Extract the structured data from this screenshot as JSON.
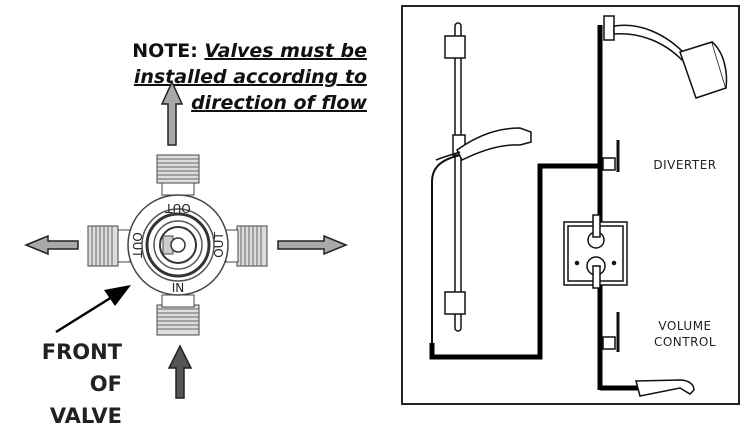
{
  "note": {
    "prefix": "NOTE:",
    "line1": "Valves must be",
    "line2": "installed according to",
    "line3": "direction of flow"
  },
  "valve": {
    "front_label_line1": "FRONT OF",
    "front_label_line2": "VALVE",
    "port_top": "OUT",
    "port_left": "OUT",
    "port_right": "OUT",
    "port_bottom": "IN"
  },
  "shower_diagram": {
    "diverter_label": "DIVERTER",
    "volume_label_line1": "VOLUME",
    "volume_label_line2": "CONTROL"
  },
  "colors": {
    "arrow_out": "#a9a9a9",
    "arrow_in": "#555555",
    "pipe": "#000000"
  }
}
